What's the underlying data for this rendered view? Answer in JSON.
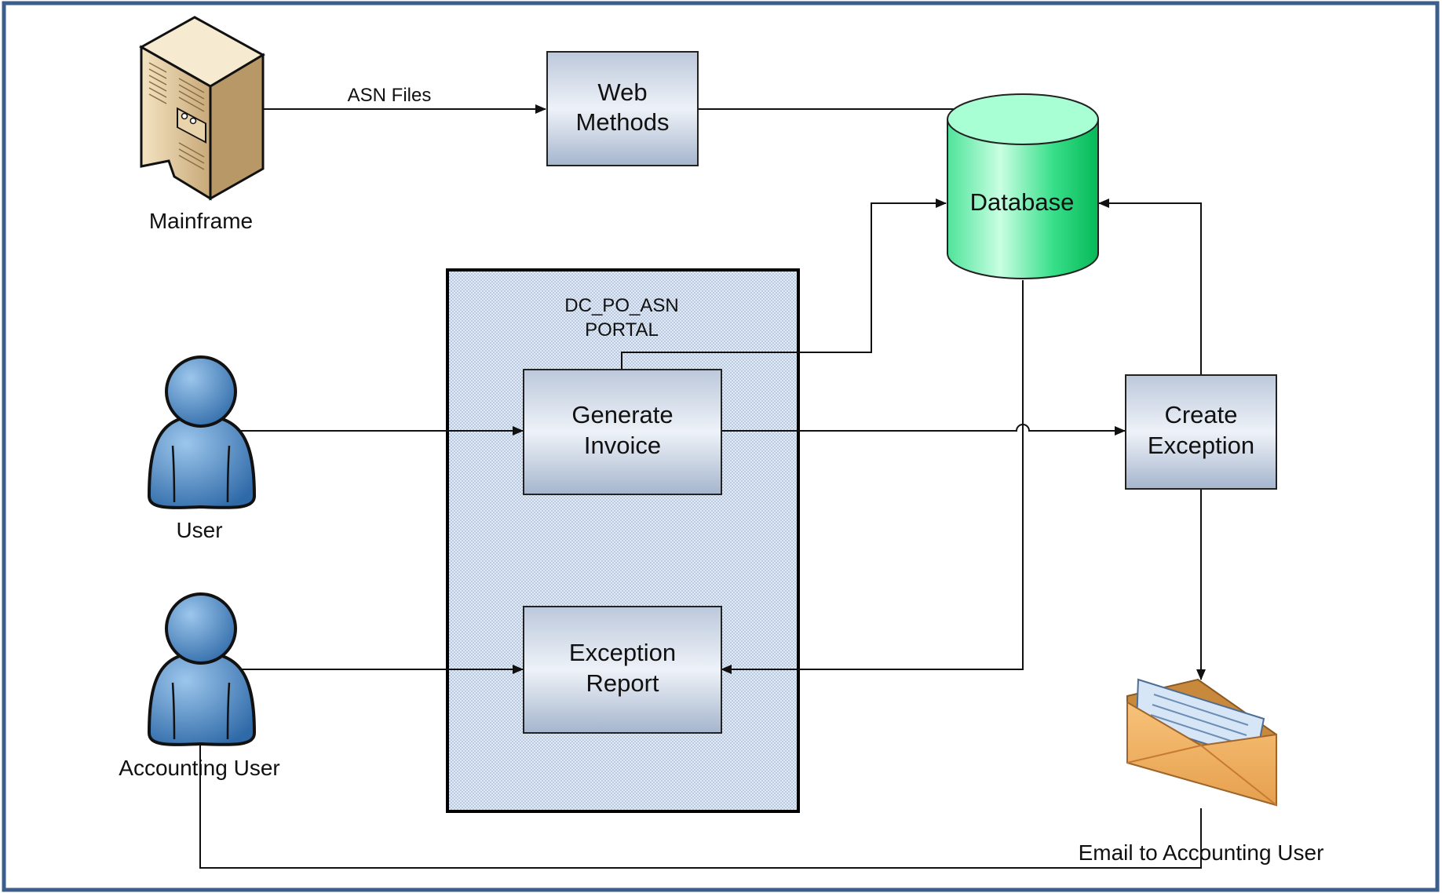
{
  "diagram": {
    "nodes": {
      "mainframe": {
        "label": "Mainframe",
        "icon": "server-tower-icon"
      },
      "web_methods": {
        "line1": "Web",
        "line2": "Methods"
      },
      "database": {
        "label": "Database",
        "icon": "database-cylinder-icon"
      },
      "portal": {
        "line1": "DC_PO_ASN",
        "line2": "PORTAL"
      },
      "generate_invoice": {
        "line1": "Generate",
        "line2": "Invoice"
      },
      "exception_report": {
        "line1": "Exception",
        "line2": "Report"
      },
      "create_exception": {
        "line1": "Create",
        "line2": "Exception"
      },
      "user": {
        "label": "User",
        "icon": "person-icon"
      },
      "accounting_user": {
        "label": "Accounting User",
        "icon": "person-icon"
      },
      "email": {
        "label": "Email to Accounting User",
        "icon": "envelope-icon"
      }
    },
    "edges": {
      "asn_files": "ASN Files"
    },
    "colors": {
      "border": "#3b5e8c",
      "box_top": "#c9d3e2",
      "box_mid": "#eef2f7",
      "box_bottom": "#a9b8cf",
      "database_light": "#b8ffdc",
      "database_dark": "#07c860",
      "person": "#4a86c5",
      "portal_fill": "#d6e2f0"
    }
  }
}
